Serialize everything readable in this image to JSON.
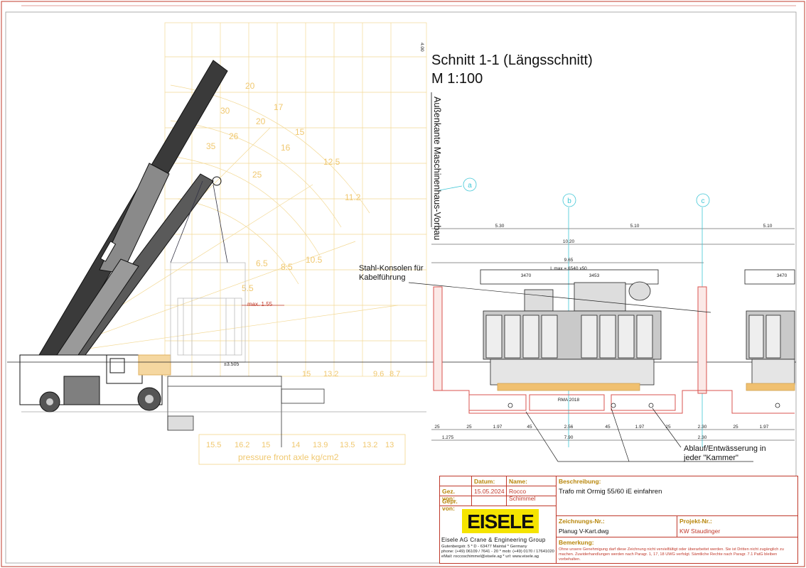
{
  "header": {
    "title_line1": "Schnitt 1-1 (Längsschnitt)",
    "title_line2": "M 1:100",
    "vertical_label": "Außenkante Maschinenhaus-Vorbau",
    "top_dim": "4.00"
  },
  "annotations": {
    "steel_console_1": "Stahl-Konsolen für",
    "steel_console_2": "Kabelführung",
    "drain_1": "Ablauf/Entwässerung in",
    "drain_2": "jeder \"Kammer\"",
    "max_label": "max. 1.55",
    "level": "±3.505",
    "pressure": "pressure front axle kg/cm2",
    "lmax": "L max = 6540 x50",
    "ref": "RMA 2018"
  },
  "axes": [
    {
      "label": "a"
    },
    {
      "label": "b"
    },
    {
      "label": "c"
    }
  ],
  "dimensions": {
    "top_row": [
      "5.30",
      "5.10",
      "5.10"
    ],
    "second_row": "10.20",
    "third_row": "9.65",
    "bottom_row": [
      "25",
      "1.97",
      "45",
      "2.56",
      "45",
      "1.97",
      "25",
      "2.30",
      "25",
      "1.97"
    ],
    "total_row": [
      "1.275",
      "7.90",
      "2.30"
    ],
    "trafo": [
      "3470",
      "3453",
      "3470"
    ]
  },
  "crane_chart_numbers": [
    "20",
    "30",
    "26",
    "17",
    "15",
    "12.5",
    "11.2",
    "35",
    "16",
    "25",
    "20",
    "10.5",
    "8.5",
    "6.5",
    "5.5"
  ],
  "pressure_values": [
    "15.5",
    "16.2",
    "15",
    "14",
    "13.9",
    "13.5",
    "13.2",
    "13"
  ],
  "title_block": {
    "datum_label": "Datum:",
    "name_label": "Name:",
    "gez_label": "Gez. von:",
    "gez_date": "15.05.2024",
    "gez_name": "Rocco Schimmel",
    "gepr_label": "Gepr. von:",
    "beschreibung_label": "Beschreibung:",
    "beschreibung": "Trafo mit Ormig 55/60 iE einfahren",
    "zeichnung_label": "Zeichnungs-Nr.:",
    "zeichnung": "Planug V-Kart.dwg",
    "projekt_label": "Projekt-Nr.:",
    "projekt": "KW Staudinger",
    "bemerkung_label": "Bemerkung:",
    "bemerkung_1": "Ohne unsere Genehmigung darf diese Zeichnung nicht vervielfältigt oder überarbeitet werden. Sie ist Dritten nicht zugänglich zu",
    "bemerkung_2": "machen. Zuwiderhandlungen werden nach Paragr. 1, 17, 18 UWG verfolgt. Sämtliche Rechte nach Paragr. 7.1 PatG bleiben vorbehalten.",
    "logo_text": "EISELE",
    "company": "Eisele AG Crane & Engineering Group",
    "address": "Gutenbergstr. 5  *  D - 63477 Maintal  *  Germany",
    "phone": "phone:  (+49) 06109 / 7641 - 20  *  mob:  (+49) 0170 / 17641020",
    "email": "eMail:  roccoschimmel@eisele.ag  *  url:  www.eisele.ag"
  },
  "colors": {
    "border_red": "#c0392b",
    "cyan_axis": "#3fc6d6",
    "chart_yellow": "#f2d58a",
    "masonry": "#d9534f",
    "crane_body": "#7f7f7f"
  }
}
